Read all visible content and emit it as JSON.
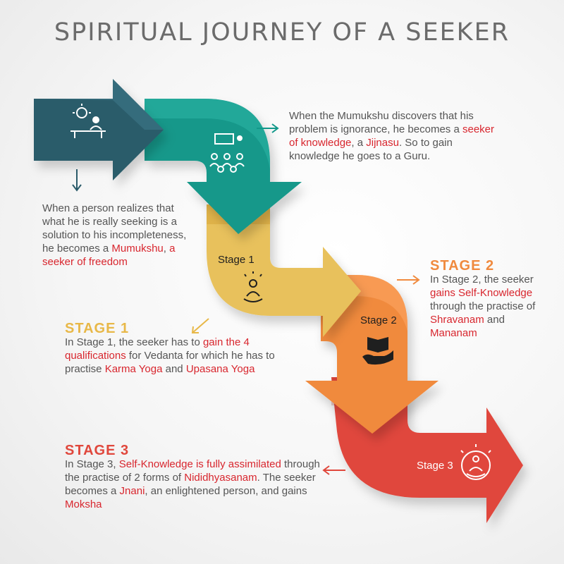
{
  "title": "SPIRITUAL JOURNEY OF A SEEKER",
  "colors": {
    "seeker": "#2b5b6a",
    "jijnasu": "#12988a",
    "stage1": "#e8c15c",
    "stage2": "#f08a3e",
    "stage3": "#e0473c",
    "highlight": "#d8262e",
    "body_text": "#555555",
    "title_text": "#6b6b6b"
  },
  "arrow_labels": {
    "stage1": "Stage 1",
    "stage2": "Stage 2",
    "stage3": "Stage 3"
  },
  "icons": {
    "seeker": "person-with-idea-at-desk-icon",
    "jijnasu": "teacher-with-students-icon",
    "stage1": "meditating-figure-icon",
    "stage2": "book-in-hand-icon",
    "stage3": "enlightened-meditator-icon",
    "pointers": "small-arrow-icon"
  },
  "intro": {
    "line1": "When the Mumukshu discovers that his problem is ignorance, he becomes a ",
    "hl1": "seeker of knowledge",
    "mid": ", a ",
    "hl2": "Jijnasu",
    "line2": ". So to gain knowledge he goes to a Guru."
  },
  "mumukshu": {
    "text": "When a person realizes that what he is really seeking is a solution to his incompleteness, he becomes a ",
    "hl1": "Mumukshu",
    "mid": ", ",
    "hl2": "a seeker of freedom"
  },
  "stage1": {
    "heading": "STAGE 1",
    "t1": "In Stage 1, the seeker has to ",
    "hl1": "gain the 4 qualifications",
    "t2": " for Vedanta for which he has to practise ",
    "hl2": "Karma Yoga",
    "t3": " and ",
    "hl3": "Upasana Yoga"
  },
  "stage2": {
    "heading": "STAGE 2",
    "t1": "In Stage 2, the seeker ",
    "hl1": "gains Self-Knowledge",
    "t2": " through the practise of ",
    "hl2": "Shravanam",
    "t3": " and ",
    "hl3": "Mananam"
  },
  "stage3": {
    "heading": "STAGE 3",
    "t1": "In Stage 3, ",
    "hl1": "Self-Knowledge is fully assimilated",
    "t2": " through the practise of 2 forms of ",
    "hl2": "Nididhyasanam",
    "t3": ". The seeker becomes a ",
    "hl3": "Jnani",
    "t4": ", an enlightened person, and gains ",
    "hl4": "Moksha"
  }
}
